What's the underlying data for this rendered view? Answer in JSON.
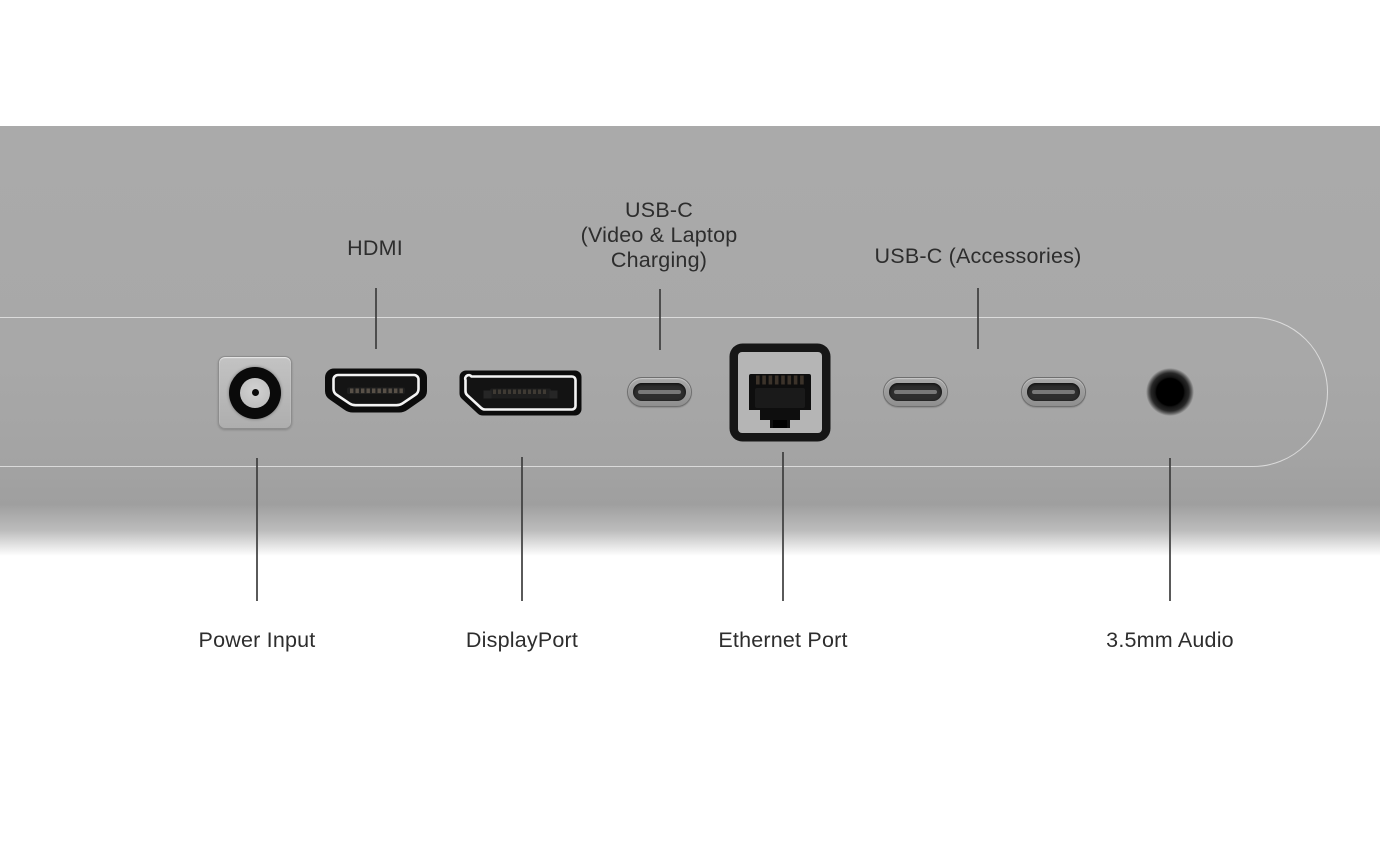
{
  "diagram": {
    "subject": "monitor-rear-port-panel",
    "colors": {
      "background": "#ffffff",
      "panel_gray": "#a9a9a9",
      "label_text": "#2d2d2d",
      "leader_line": "#3d3d3d",
      "recess_outline": "#ececec",
      "port_black": "#0d0d0d"
    },
    "ports": {
      "power": {
        "label": "Power Input"
      },
      "hdmi": {
        "label": "HDMI"
      },
      "displayport": {
        "label": "DisplayPort"
      },
      "usbc_video": {
        "label": "USB-C\n(Video & Laptop\nCharging)"
      },
      "ethernet": {
        "label": "Ethernet Port"
      },
      "usbc_accessories": {
        "label": "USB-C (Accessories)"
      },
      "audio_35mm": {
        "label": "3.5mm Audio"
      }
    }
  }
}
